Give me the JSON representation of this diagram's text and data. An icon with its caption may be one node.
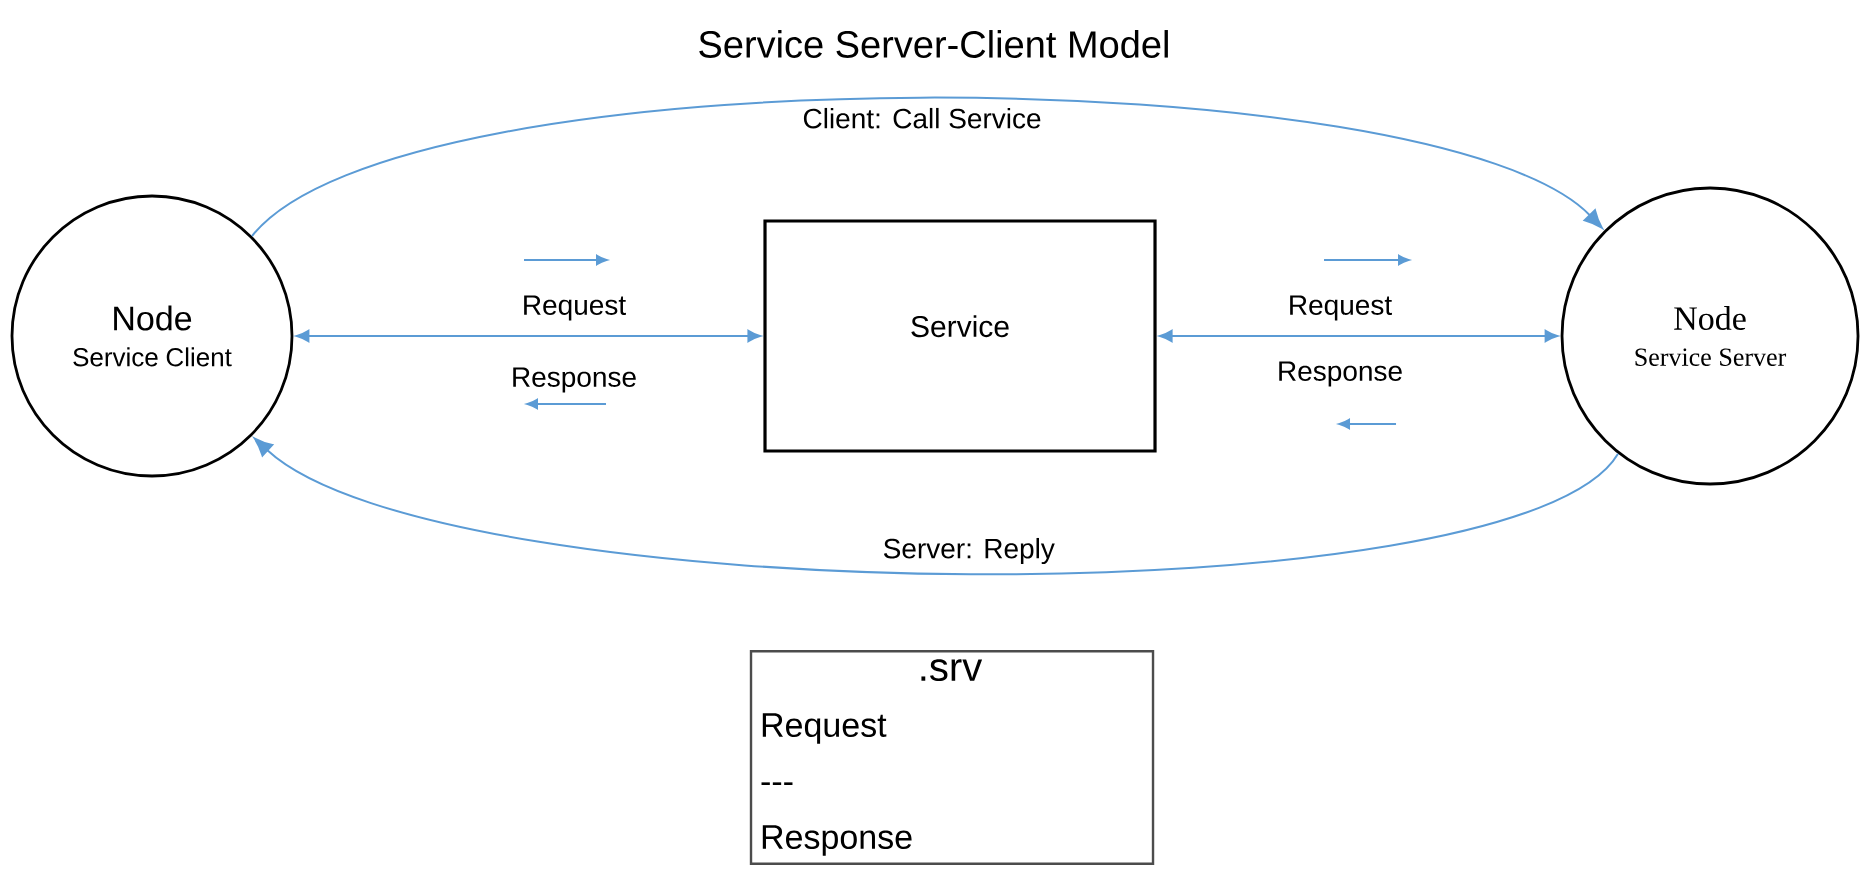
{
  "diagram": {
    "title": "Service Server-Client Model",
    "nodes": [
      {
        "text": [
          "Node",
          "Service Client"
        ]
      },
      {
        "text": [
          "Service"
        ]
      },
      {
        "text": [
          "Node",
          "Service Server"
        ]
      },
      {
        "text": [
          ".srv",
          "Request",
          "---",
          "Response"
        ]
      }
    ],
    "edges": [
      {
        "from": 0,
        "to": 1,
        "arrow": "both"
      },
      {
        "from": 1,
        "to": 2,
        "arrow": "both"
      },
      {
        "from": 0,
        "to": 2,
        "arrow": "to",
        "label": "Client: Call Service"
      },
      {
        "from": 2,
        "to": 0,
        "arrow": "to",
        "label": "Server: Reply"
      }
    ],
    "labels": [
      "Request",
      "Response",
      "Request",
      "Response"
    ]
  }
}
